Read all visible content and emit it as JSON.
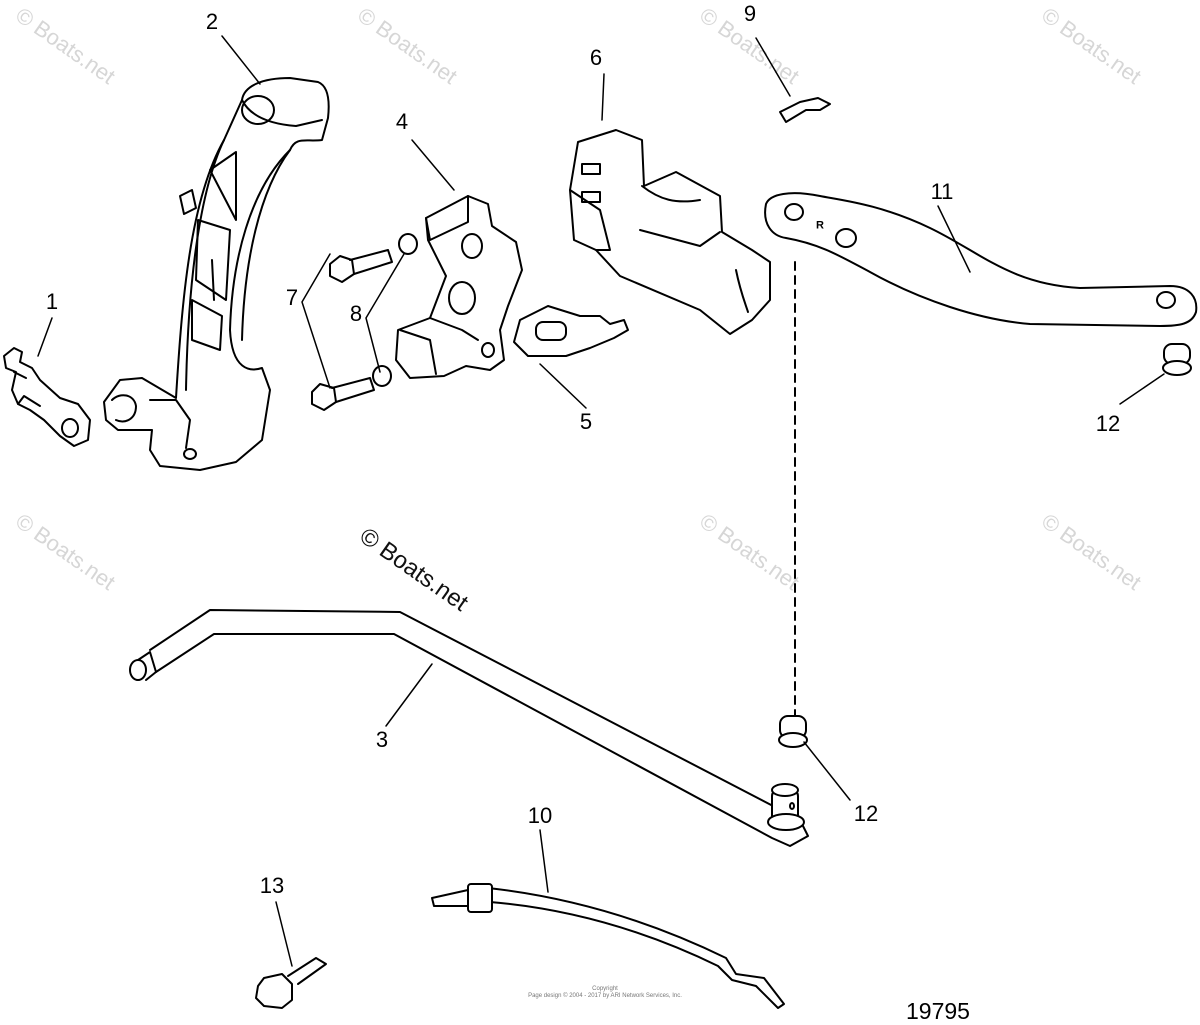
{
  "diagram": {
    "figure_number": "19795",
    "center_watermark": "© Boats.net",
    "watermark_text": "© Boats.net",
    "copyright_line1": "Copyright",
    "copyright_line2": "Page design © 2004 - 2017 by ARI Network Services, Inc.",
    "lever_marking": "R",
    "callouts": [
      "1",
      "2",
      "3",
      "4",
      "5",
      "6",
      "7",
      "8",
      "9",
      "10",
      "11",
      "12",
      "12",
      "13"
    ]
  }
}
